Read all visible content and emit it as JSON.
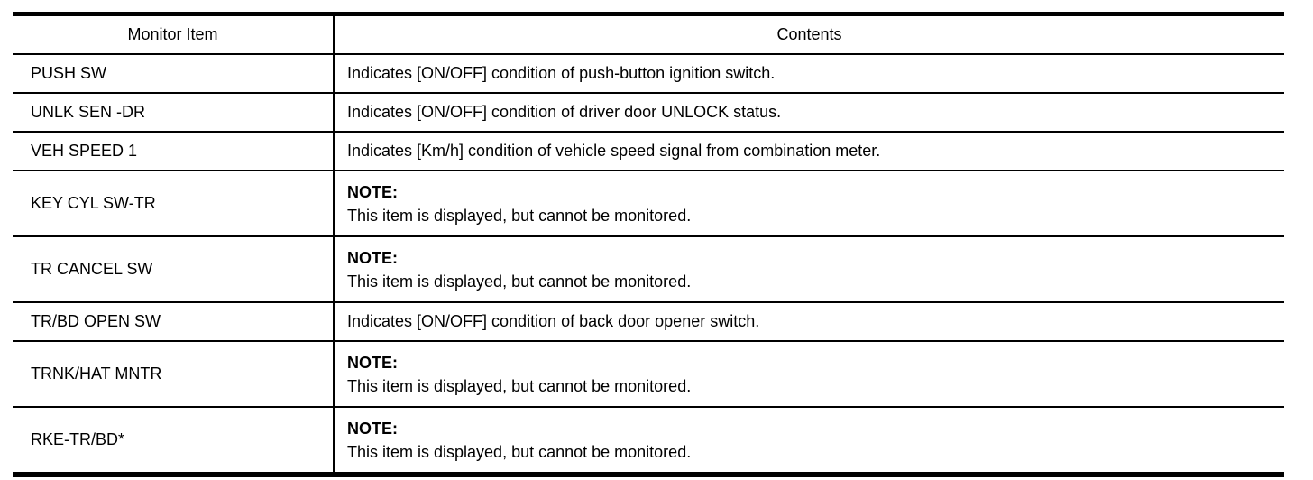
{
  "page": {
    "background": "#ffffff",
    "text_color": "#000000",
    "border_color": "#000000"
  },
  "table": {
    "columns": [
      {
        "label": "Monitor Item"
      },
      {
        "label": "Contents"
      }
    ],
    "rows": [
      {
        "item": "PUSH SW",
        "type": "text",
        "contents": "Indicates [ON/OFF] condition of push-button ignition switch."
      },
      {
        "item": "UNLK SEN -DR",
        "type": "text",
        "contents": "Indicates [ON/OFF] condition of driver door UNLOCK status."
      },
      {
        "item": "VEH SPEED 1",
        "type": "text",
        "contents": "Indicates [Km/h] condition of vehicle speed signal from combination meter."
      },
      {
        "item": "KEY CYL SW-TR",
        "type": "note",
        "note_label": "NOTE:",
        "contents": "This item is displayed, but cannot be monitored."
      },
      {
        "item": "TR CANCEL SW",
        "type": "note",
        "note_label": "NOTE:",
        "contents": "This item is displayed, but cannot be monitored."
      },
      {
        "item": "TR/BD OPEN SW",
        "type": "text",
        "contents": "Indicates [ON/OFF] condition of back door opener switch."
      },
      {
        "item": "TRNK/HAT MNTR",
        "type": "note",
        "note_label": "NOTE:",
        "contents": "This item is displayed, but cannot be monitored."
      },
      {
        "item": "RKE-TR/BD*",
        "type": "note",
        "note_label": "NOTE:",
        "contents": "This item is displayed, but cannot be monitored."
      }
    ]
  }
}
